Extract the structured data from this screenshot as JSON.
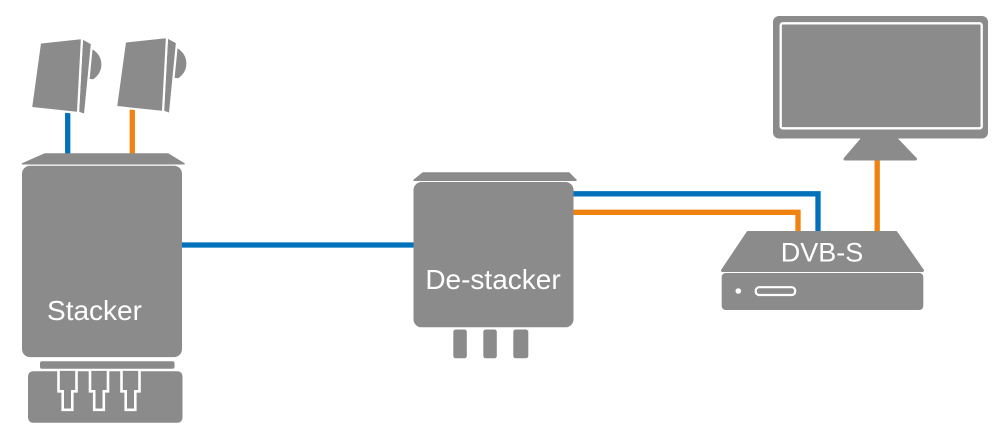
{
  "diagram": {
    "labels": {
      "stacker": "Stacker",
      "destacker": "De-stacker",
      "receiver": "DVB-S"
    },
    "colors": {
      "device_gray": "#8B8B8B",
      "cable_blue": "#0072BC",
      "cable_orange": "#F0820F",
      "label_white": "#FFFFFF",
      "background": "#FFFFFF"
    },
    "components": [
      {
        "id": "lnb-1",
        "icon": "lnb-icon",
        "label": ""
      },
      {
        "id": "lnb-2",
        "icon": "lnb-icon",
        "label": ""
      },
      {
        "id": "stacker",
        "icon": "stacker-box-icon",
        "label": "Stacker"
      },
      {
        "id": "de-stacker",
        "icon": "destacker-box-icon",
        "label": "De-stacker"
      },
      {
        "id": "dvb-s-receiver",
        "icon": "set-top-box-icon",
        "label": "DVB-S"
      },
      {
        "id": "tv",
        "icon": "tv-icon",
        "label": ""
      }
    ],
    "connections": [
      {
        "from": "lnb-1",
        "to": "stacker",
        "color": "cable_blue"
      },
      {
        "from": "lnb-2",
        "to": "stacker",
        "color": "cable_orange"
      },
      {
        "from": "stacker",
        "to": "de-stacker",
        "color": "cable_blue"
      },
      {
        "from": "de-stacker",
        "to": "dvb-s-receiver",
        "color": "cable_blue"
      },
      {
        "from": "de-stacker",
        "to": "dvb-s-receiver",
        "color": "cable_orange"
      },
      {
        "from": "dvb-s-receiver",
        "to": "tv",
        "color": "cable_orange"
      }
    ]
  }
}
